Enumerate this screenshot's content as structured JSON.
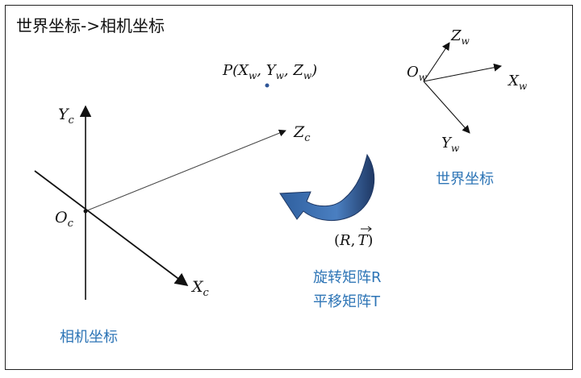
{
  "title": "世界坐标->相机坐标",
  "labels": {
    "world": "世界坐标",
    "camera": "相机坐标",
    "rotation": "旋转矩阵R",
    "translation": "平移矩阵T"
  },
  "world_axes": {
    "origin": {
      "main": "O",
      "sub": "w"
    },
    "x": {
      "main": "X",
      "sub": "w"
    },
    "y": {
      "main": "Y",
      "sub": "w"
    },
    "z": {
      "main": "Z",
      "sub": "w"
    }
  },
  "camera_axes": {
    "origin": {
      "main": "O",
      "sub": "c"
    },
    "x": {
      "main": "X",
      "sub": "c"
    },
    "y": {
      "main": "Y",
      "sub": "c"
    },
    "z": {
      "main": "Z",
      "sub": "c"
    }
  },
  "point": {
    "name": "P",
    "open": "(",
    "x": {
      "main": "X",
      "sub": "w"
    },
    "sep1": ", ",
    "y": {
      "main": "Y",
      "sub": "w"
    },
    "sep2": ", ",
    "z": {
      "main": "Z",
      "sub": "w"
    },
    "close": ")"
  },
  "transform": {
    "open": "(",
    "r": "R",
    "comma": ",",
    "t": "T",
    "close": ")"
  },
  "colors": {
    "label_blue": "#2e75b6",
    "arrow_dark": "#1f3864",
    "arrow_light": "#4a7fc1",
    "point": "#2f5597"
  }
}
